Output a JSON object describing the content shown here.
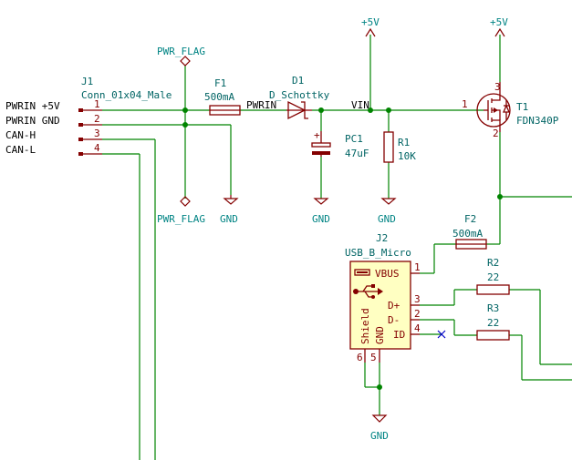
{
  "connector": {
    "ref": "J1",
    "value": "Conn_01x04_Male",
    "rows": [
      {
        "label": "PWRIN +5V",
        "pin": "1"
      },
      {
        "label": "PWRIN GND",
        "pin": "2"
      },
      {
        "label": "CAN-H",
        "pin": "3"
      },
      {
        "label": "CAN-L",
        "pin": "4"
      }
    ]
  },
  "pwr_flag_top": "PWR_FLAG",
  "pwr_flag_bottom": "PWR_FLAG",
  "gnd_j1": "GND",
  "fuse1": {
    "ref": "F1",
    "value": "500mA"
  },
  "net_pwrin": "PWRIN",
  "diode": {
    "ref": "D1",
    "value": "D_Schottky"
  },
  "net_vin": "VIN",
  "cap": {
    "ref": "PC1",
    "value": "47uF",
    "plus": "+"
  },
  "gnd_cap": "GND",
  "res1": {
    "ref": "R1",
    "value": "10K"
  },
  "gnd_r1": "GND",
  "plus5_left": "+5V",
  "plus5_right": "+5V",
  "mosfet": {
    "ref": "T1",
    "value": "FDN340P",
    "pin1": "1",
    "pin2": "2",
    "pin3": "3"
  },
  "fuse2": {
    "ref": "F2",
    "value": "500mA"
  },
  "usb": {
    "ref": "J2",
    "value": "USB_B_Micro",
    "pins": [
      {
        "name": "VBUS",
        "num": "1"
      },
      {
        "name": "D+",
        "num": "3"
      },
      {
        "name": "D-",
        "num": "2"
      },
      {
        "name": "ID",
        "num": "4"
      }
    ],
    "shield_label": "Shield",
    "shield_num": "6",
    "gnd_label": "GND",
    "gnd_num": "5"
  },
  "res2": {
    "ref": "R2",
    "value": "22"
  },
  "res3": {
    "ref": "R3",
    "value": "22"
  },
  "gnd_usb": "GND"
}
